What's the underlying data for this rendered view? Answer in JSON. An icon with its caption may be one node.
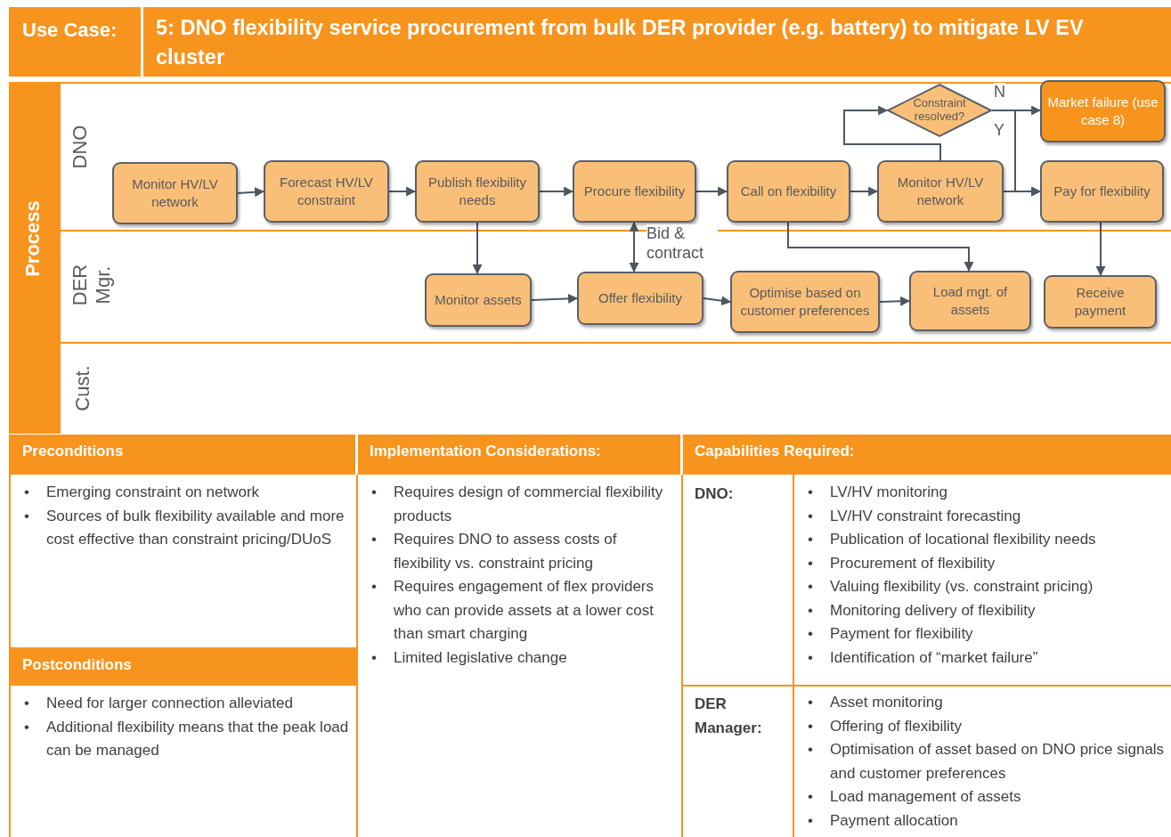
{
  "diagram": {
    "title": "5: DNO flexibility service procurement from bulk DER provider (e.g. battery) to mitigate LV EV cluster",
    "nodes": [
      {
        "text": [
          "Monitor HV/LV network"
        ]
      },
      {
        "text": [
          "Forecast HV/LV constraint"
        ]
      },
      {
        "text": [
          "Publish flexibility needs"
        ]
      },
      {
        "text": [
          "Procure flexibility"
        ]
      },
      {
        "text": [
          "Call on flexibility"
        ]
      },
      {
        "text": [
          "Monitor HV/LV network"
        ]
      },
      {
        "text": [
          "Constraint resolved?"
        ]
      },
      {
        "text": [
          "Market failure (use case 8)"
        ]
      },
      {
        "text": [
          "Pay for flexibility"
        ]
      },
      {
        "text": [
          "Monitor assets"
        ]
      },
      {
        "text": [
          "Offer flexibility"
        ]
      },
      {
        "text": [
          "Optimise based on customer preferences"
        ]
      },
      {
        "text": [
          "Load mgt. of assets"
        ]
      },
      {
        "text": [
          "Receive payment"
        ]
      }
    ],
    "edges": [
      {
        "from": 0,
        "to": 1,
        "arrow": "to"
      },
      {
        "from": 1,
        "to": 2,
        "arrow": "to"
      },
      {
        "from": 2,
        "to": 3,
        "arrow": "to"
      },
      {
        "from": 3,
        "to": 4,
        "arrow": "to"
      },
      {
        "from": 4,
        "to": 5,
        "arrow": "to"
      },
      {
        "from": 5,
        "to": 6,
        "arrow": "to"
      },
      {
        "from": 6,
        "to": 7,
        "arrow": "to",
        "label": "N"
      },
      {
        "from": 6,
        "to": 8,
        "arrow": "to",
        "label": "Y"
      },
      {
        "from": 5,
        "to": 8,
        "arrow": "to"
      },
      {
        "from": 2,
        "to": 9,
        "arrow": "to"
      },
      {
        "from": 3,
        "to": 10,
        "arrow": "both",
        "label": "Bid & contract"
      },
      {
        "from": 4,
        "to": 12,
        "arrow": "to"
      },
      {
        "from": 8,
        "to": 13,
        "arrow": "to"
      },
      {
        "from": 9,
        "to": 10,
        "arrow": "to"
      },
      {
        "from": 10,
        "to": 11,
        "arrow": "to"
      },
      {
        "from": 11,
        "to": 12,
        "arrow": "to"
      }
    ],
    "labels": [
      "Use Case:",
      "Process",
      "DNO",
      "DER Mgr.",
      "Cust.",
      "Preconditions",
      "Implementation Considerations:",
      "Capabilities Required:",
      "•",
      "Emerging constraint on network",
      "•",
      "Sources of bulk flexibility available and more cost effective than constraint pricing/DUoS",
      "Postconditions",
      "•",
      "Need for larger connection alleviated",
      "•",
      "Additional flexibility means that the peak load can be managed",
      "•",
      "Requires design of commercial flexibility products",
      "•",
      "Requires DNO to assess costs of flexibility vs. constraint pricing",
      "•",
      "Requires engagement of flex providers who can provide assets at a lower cost than smart charging",
      "•",
      "Limited legislative change",
      "DNO:",
      "•",
      "LV/HV monitoring",
      "•",
      "LV/HV constraint forecasting",
      "•",
      "Publication of locational flexibility needs",
      "•",
      "Procurement of flexibility",
      "•",
      "Valuing flexibility (vs. constraint pricing)",
      "•",
      "Monitoring delivery of flexibility",
      "•",
      "Payment for flexibility",
      "•",
      "Identification of “market failure”",
      "DER Manager:",
      "•",
      "Asset monitoring",
      "•",
      "Offering of flexibility",
      "•",
      "Optimisation of asset based on DNO price signals and customer preferences",
      "•",
      "Load management of assets",
      "•",
      "Payment allocation"
    ]
  }
}
